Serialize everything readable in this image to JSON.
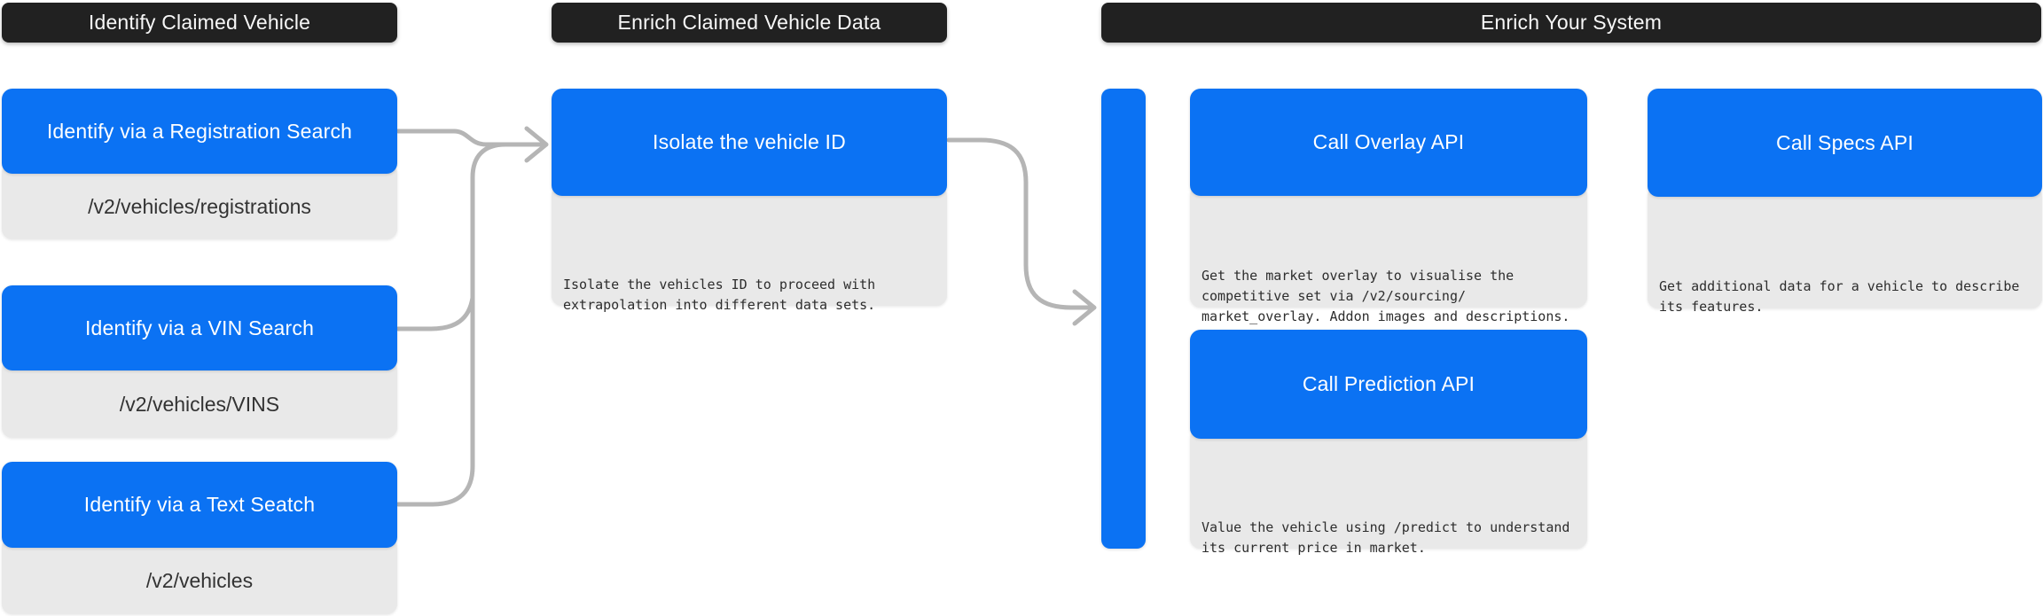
{
  "sections": [
    {
      "title": "Identify Claimed Vehicle"
    },
    {
      "title": "Enrich Claimed Vehicle Data"
    },
    {
      "title": "Enrich Your System"
    }
  ],
  "nodes": {
    "registration": {
      "title": "Identify via a Registration Search",
      "endpoint": "/v2/vehicles/registrations"
    },
    "vin": {
      "title": "Identify via a VIN Search",
      "endpoint": "/v2/vehicles/VINS"
    },
    "text_search": {
      "title": "Identify via a Text Seatch",
      "endpoint": "/v2/vehicles"
    },
    "isolate": {
      "title": "Isolate the vehicle ID",
      "lines": [
        "Isolate the vehicles ID to proceed with",
        "extrapolation into different data sets."
      ]
    },
    "overlay": {
      "title": "Call Overlay API",
      "lines": [
        "Get the market overlay to visualise the",
        "competitive set via /v2/sourcing/",
        "market_overlay. Addon images and descriptions."
      ]
    },
    "prediction": {
      "title": "Call Prediction API",
      "lines": [
        "Value the vehicle using /predict to understand",
        "its current price in market."
      ]
    },
    "specs": {
      "title": "Call Specs API",
      "lines": [
        "Get additional data for a vehicle to describe",
        "its features."
      ]
    }
  },
  "colors": {
    "accent_blue": "#0b72f3",
    "header_black": "#212121",
    "panel_gray": "#e9e9e9",
    "connector_gray": "#b5b5b5"
  }
}
